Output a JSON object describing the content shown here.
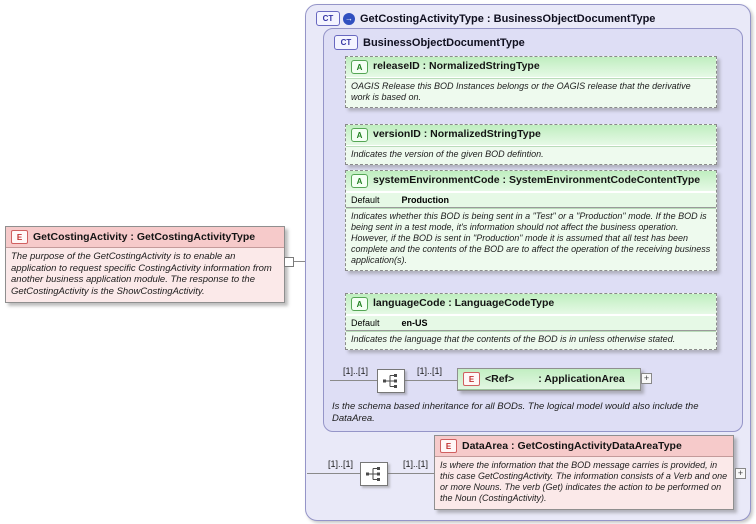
{
  "icons": {
    "derive_arrow": "→",
    "expand": "+"
  },
  "colors": {
    "element_header": "#f6caca",
    "element_body": "#fbe9e9",
    "attribute_header": "#bfeebf",
    "attribute_body": "#eefaee",
    "container_outer": "#e9e9f8",
    "container_inner": "#dedef5"
  },
  "element": {
    "icon": "E",
    "title": "GetCostingActivity : GetCostingActivityType",
    "doc": "The purpose of the GetCostingActivity is to enable an application to request specific CostingActivity information from another business application module.  The response to the GetCostingActivity is the ShowCostingActivity."
  },
  "type_box": {
    "icon": "CT",
    "title": "GetCostingActivityType : BusinessObjectDocumentType",
    "base": {
      "icon": "CT",
      "title": "BusinessObjectDocumentType",
      "attributes": [
        {
          "icon": "A",
          "title": "releaseID : NormalizedStringType",
          "doc": "OAGIS Release this BOD Instances belongs or the OAGIS release that the derivative work is based on."
        },
        {
          "icon": "A",
          "title": "versionID : NormalizedStringType",
          "doc": "Indicates the version of the given BOD defintion."
        },
        {
          "icon": "A",
          "title": "systemEnvironmentCode : SystemEnvironmentCodeContentType",
          "default_label": "Default",
          "default_value": "Production",
          "doc": "Indicates whether this BOD is being sent in a \"Test\" or a \"Production\" mode. If the BOD is being sent in a test mode, it's information should not affect the business operation. However, if the BOD is sent in \"Production\" mode it is assumed that all test has been complete and the contents of the BOD are to affect the operation of the receiving business application(s)."
        },
        {
          "icon": "A",
          "title": "languageCode : LanguageCodeType",
          "default_label": "Default",
          "default_value": "en-US",
          "doc": "Indicates the language that the contents of the BOD is in unless otherwise stated."
        }
      ],
      "sequence1": {
        "card_left": "[1]..[1]",
        "card_right": "[1]..[1]"
      },
      "ref": {
        "icon": "E",
        "name": "<Ref>",
        "type": ": ApplicationArea"
      },
      "doc": "Is the schema based inheritance for all BODs. The logical model would also include the DataArea."
    },
    "sequence2": {
      "card_left": "[1]..[1]",
      "card_right": "[1]..[1]"
    },
    "data_area": {
      "icon": "E",
      "title": "DataArea : GetCostingActivityDataAreaType",
      "doc": "Is where the information that the BOD message carries is provided, in this case GetCostingActivity. The information consists of a Verb and one or more Nouns. The verb (Get) indicates the action to be performed on the Noun (CostingActivity)."
    }
  }
}
